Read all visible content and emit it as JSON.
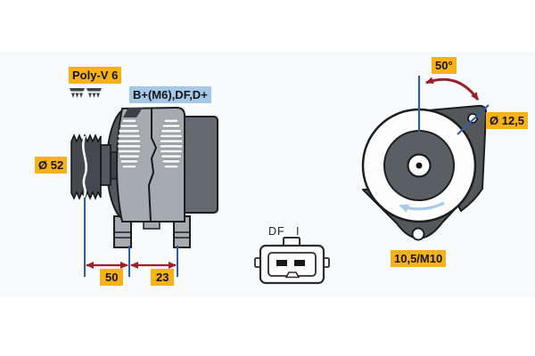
{
  "diagram_title": "alternator-technical-diagram",
  "colors": {
    "label_yellow": "#f7b219",
    "label_blue": "#a6c8e8",
    "dimension_red": "#99222a",
    "dimension_blue": "#2f5fa3",
    "rotation_arrow_blue": "#a9cbe9",
    "body_gray": "#a6abb0",
    "dark_gray": "#54585d",
    "outline": "#1b1d20"
  },
  "side_view": {
    "belt_type_label": "Poly-V 6",
    "terminals_label": "B+(M6),DF,D+",
    "pulley_diameter_label": "Ø 52",
    "dim_pulley_to_foot": "50",
    "dim_foot_spacing": "23"
  },
  "connector": {
    "left_pin_label": "DF",
    "right_pin_label": "I"
  },
  "front_view": {
    "mount_angle_label": "50°",
    "mount_hole_diameter_label": "Ø 12,5",
    "lug_spec_label": "10,5/M10"
  }
}
